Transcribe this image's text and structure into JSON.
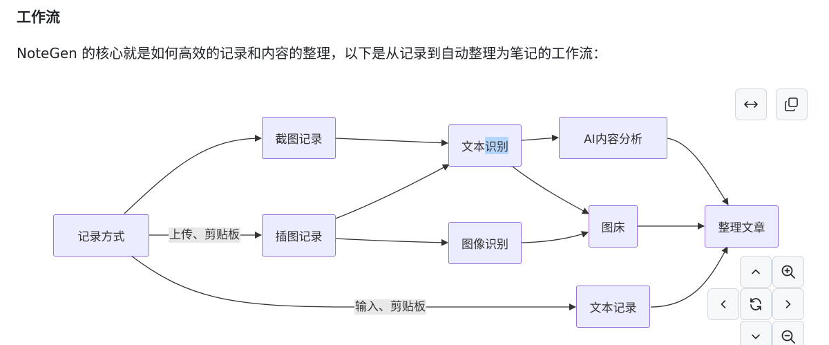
{
  "heading": "工作流",
  "intro": "NoteGen 的核心就是如何高效的记录和内容的整理，以下是从记录到自动整理为笔记的工作流：",
  "diagram": {
    "nodes": {
      "record_method": "记录方式",
      "screenshot_record": "截图记录",
      "image_record": "插图记录",
      "text_recognition_a": "文本",
      "text_recognition_b": "识别",
      "ai_analysis": "AI内容分析",
      "image_recognition": "图像识别",
      "image_host": "图床",
      "organize_article": "整理文章",
      "text_record": "文本记录"
    },
    "edge_labels": {
      "upload_paste": "上传、剪贴板",
      "input_paste": "输入、剪贴板"
    }
  },
  "controls": {
    "fullscreen_icon": "horizontal-arrows-icon",
    "copy_icon": "copy-icon",
    "up_icon": "chevron-up-icon",
    "zoom_in_icon": "zoom-in-icon",
    "left_icon": "chevron-left-icon",
    "reset_icon": "refresh-icon",
    "right_icon": "chevron-right-icon",
    "down_icon": "chevron-down-icon",
    "zoom_out_icon": "zoom-out-icon"
  },
  "colors": {
    "node_fill": "#ececff",
    "node_border": "#9370db",
    "edge": "#333333",
    "selection": "#b4d5fe"
  }
}
